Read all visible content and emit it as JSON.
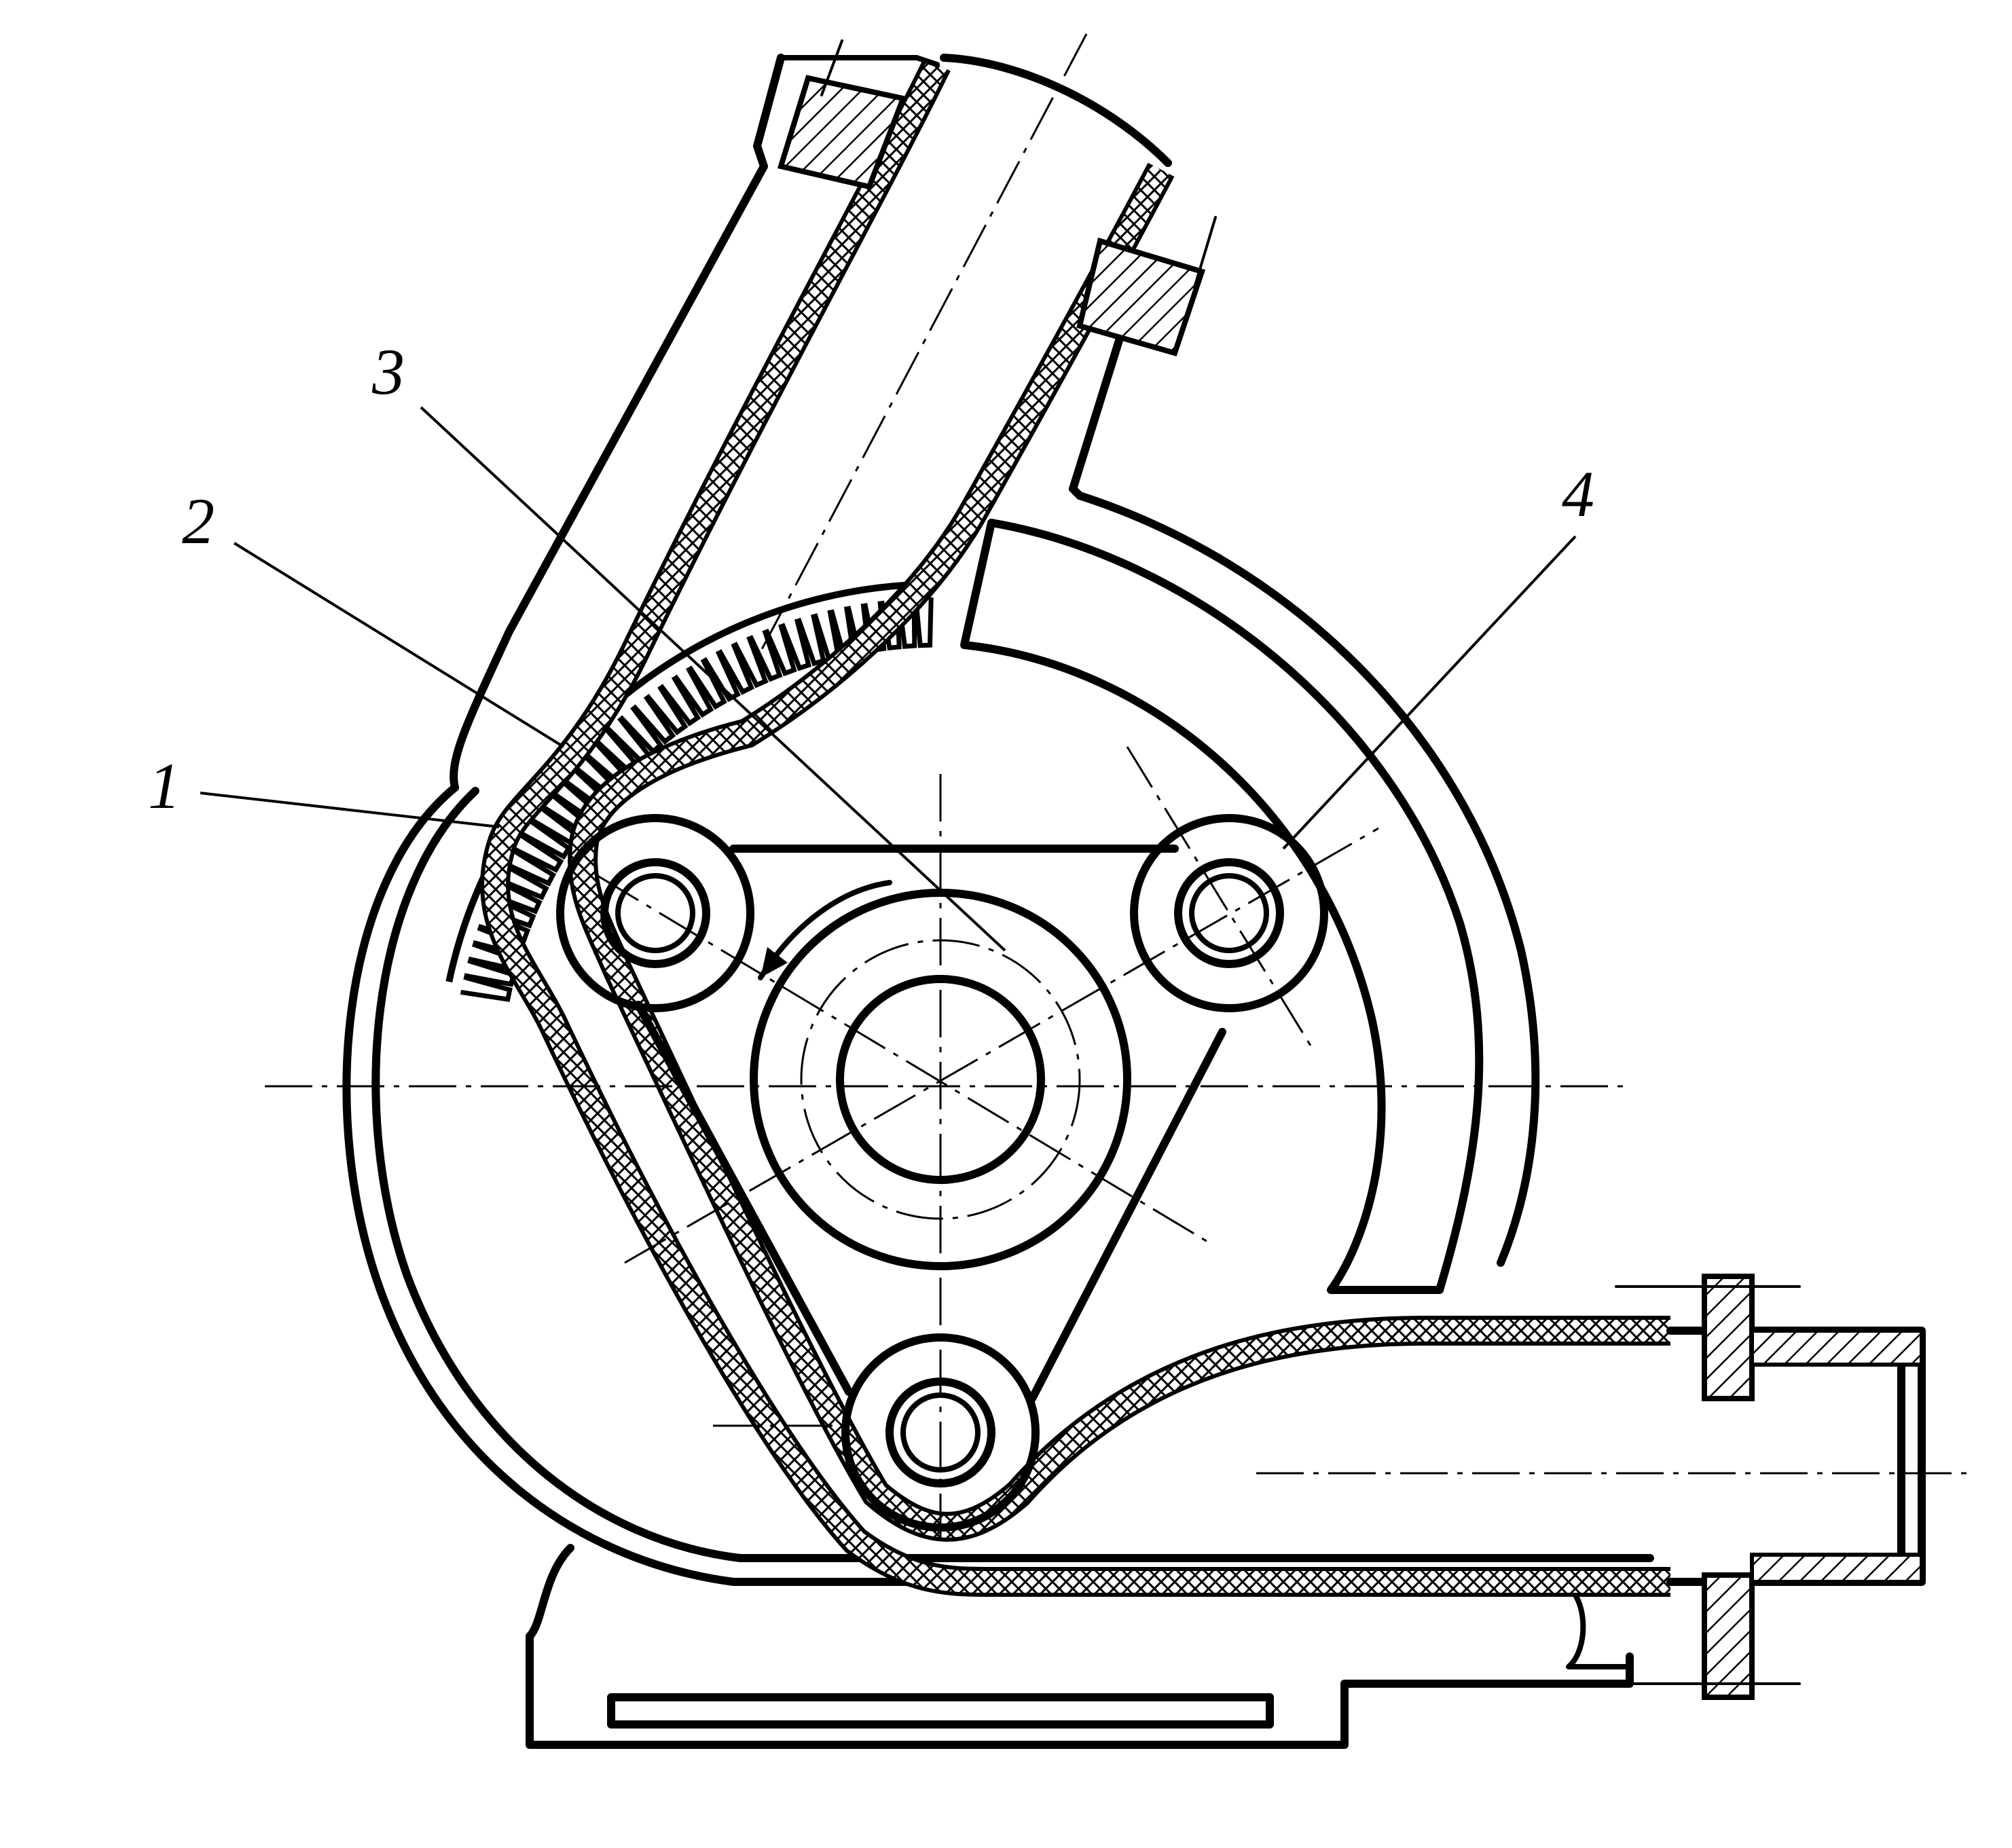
{
  "figure": {
    "callouts": [
      {
        "id": "1",
        "label": "1"
      },
      {
        "id": "2",
        "label": "2"
      },
      {
        "id": "3",
        "label": "3"
      },
      {
        "id": "4",
        "label": "4"
      }
    ],
    "colors": {
      "ink": "#000000",
      "paper": "#ffffff"
    }
  }
}
